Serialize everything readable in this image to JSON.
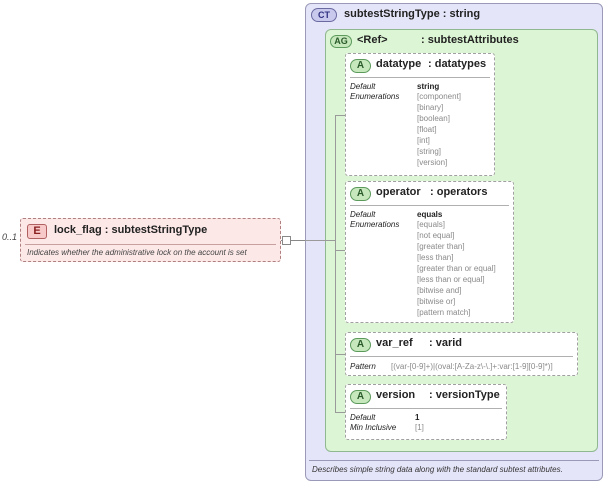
{
  "element": {
    "tag": "E",
    "occurrence": "0..1",
    "name": "lock_flag",
    "colon_type": ": subtestStringType",
    "description": "Indicates whether the administrative lock on the account is set"
  },
  "complex_type": {
    "tag": "CT",
    "title": "subtestStringType : string",
    "description": "Describes simple string data along with the standard subtest attributes."
  },
  "attribute_group": {
    "tag": "AG",
    "ref_label": "<Ref>",
    "name": ": subtestAttributes"
  },
  "attributes": [
    {
      "tag": "A",
      "name": "datatype",
      "type": ": datatypes",
      "default_label": "Default",
      "default_value": "string",
      "enum_label": "Enumerations",
      "enumerations": [
        "[component]",
        "[binary]",
        "[boolean]",
        "[float]",
        "[int]",
        "[string]",
        "[version]"
      ]
    },
    {
      "tag": "A",
      "name": "operator",
      "type": ": operators",
      "default_label": "Default",
      "default_value": "equals",
      "enum_label": "Enumerations",
      "enumerations": [
        "[equals]",
        "[not equal]",
        "[greater than]",
        "[less than]",
        "[greater than or equal]",
        "[less than or equal]",
        "[bitwise and]",
        "[bitwise or]",
        "[pattern match]"
      ]
    },
    {
      "tag": "A",
      "name": "var_ref",
      "type": ": varid",
      "pattern_label": "Pattern",
      "pattern_value": "[(var-[0-9]+)|(oval:[A-Za-z\\-\\.]+:var:[1-9][0-9]*)]"
    },
    {
      "tag": "A",
      "name": "version",
      "type": ": versionType",
      "default_label": "Default",
      "default_value": "1",
      "min_label": "Min Inclusive",
      "min_value": "[1]"
    }
  ]
}
